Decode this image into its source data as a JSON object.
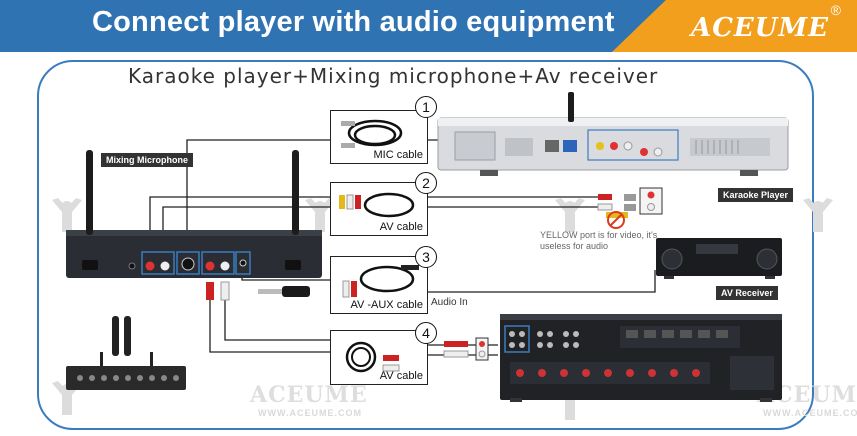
{
  "header": {
    "title": "Connect player with audio equipment",
    "brand": "ACEUME",
    "brand_mark": "®",
    "bg_color": "#2f73b3",
    "accent_color": "#f29f1e"
  },
  "diagram": {
    "subtitle": "Karaoke player+Mixing microphone+Av receiver",
    "devices": {
      "mixer": "Mixing Microphone",
      "player": "Karaoke Player",
      "receiver": "AV Receiver"
    },
    "steps": [
      {
        "number": "1",
        "cable": "MIC cable"
      },
      {
        "number": "2",
        "cable": "AV cable"
      },
      {
        "number": "3",
        "cable": "AV -AUX cable"
      },
      {
        "number": "4",
        "cable": "AV cable"
      }
    ],
    "note": "YELLOW port is for video, it's useless for audio",
    "audio_in": "Audio In",
    "no_entry_icon": "no-entry-icon"
  },
  "watermark": {
    "brand": "ACEUME",
    "url": "WWW.ACEUME.COM"
  }
}
